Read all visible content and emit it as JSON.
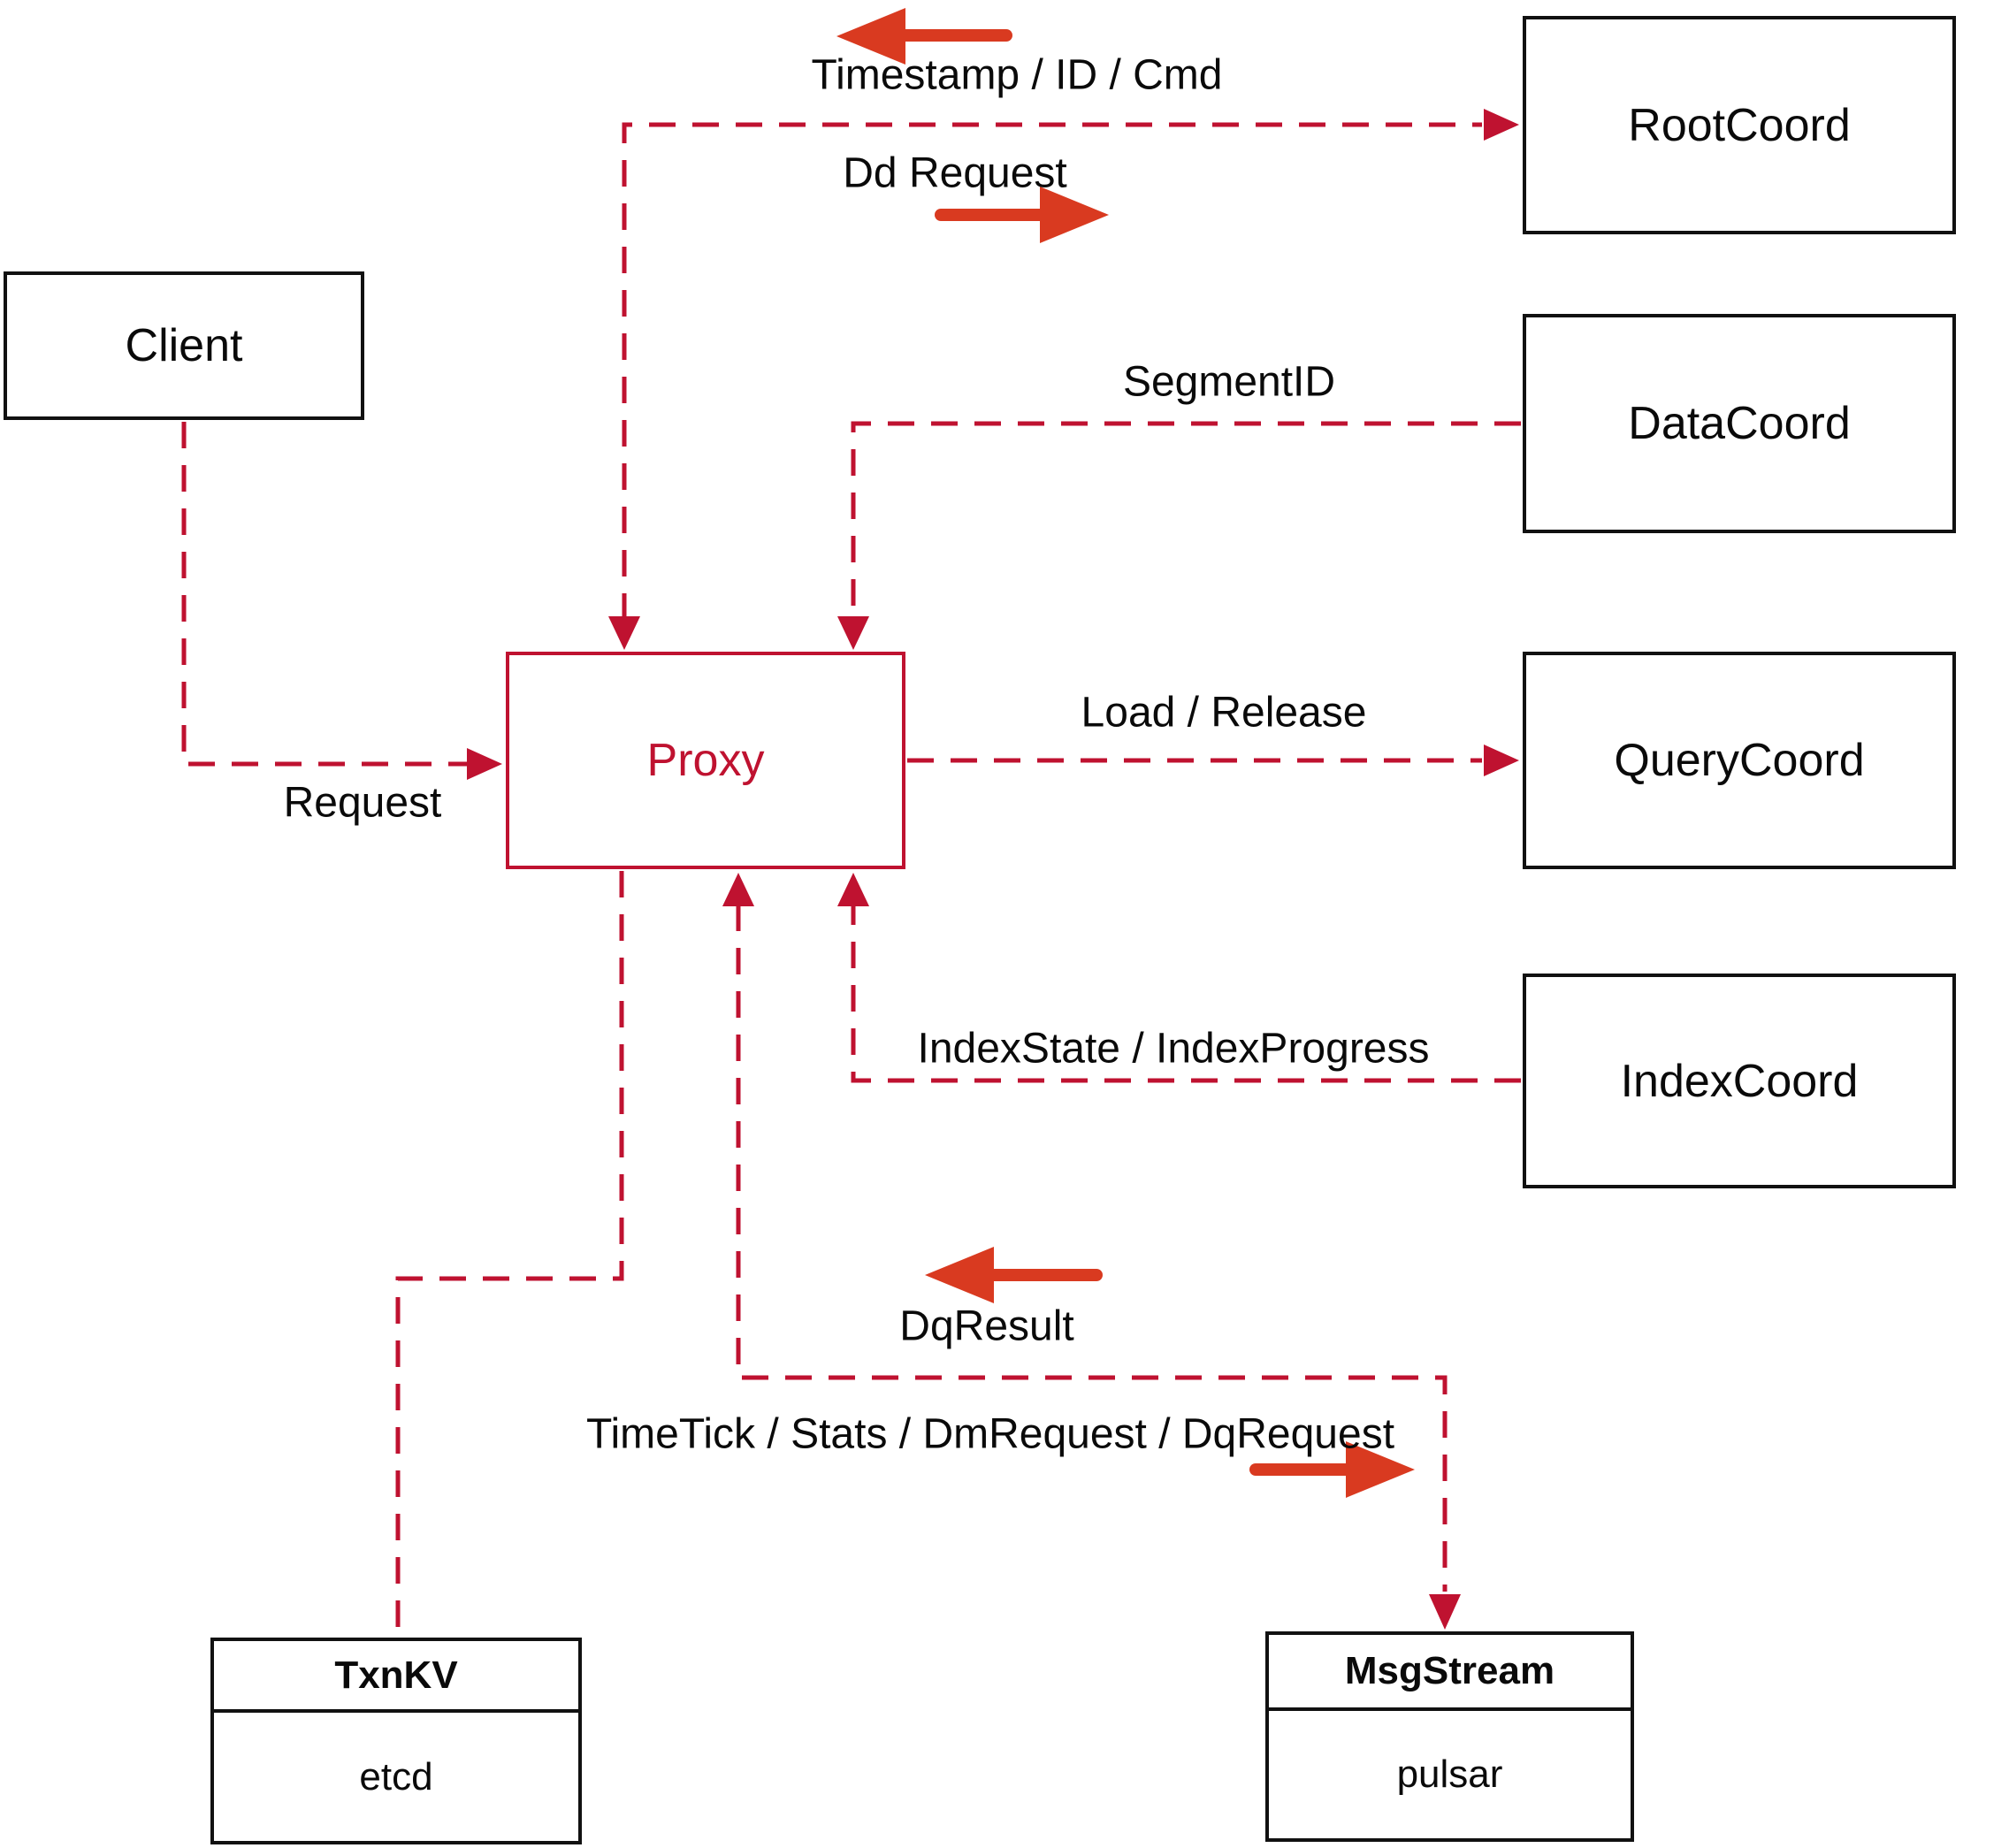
{
  "colors": {
    "crimson": "#bf1230",
    "arrow-red": "#d93a20",
    "ink": "#0a0a0a",
    "line-black": "#111111",
    "bg": "#ffffff"
  },
  "nodes": {
    "client": {
      "label": "Client"
    },
    "proxy": {
      "label": "Proxy"
    },
    "root_coord": {
      "label": "RootCoord"
    },
    "data_coord": {
      "label": "DataCoord"
    },
    "query_coord": {
      "label": "QueryCoord"
    },
    "index_coord": {
      "label": "IndexCoord"
    },
    "txn_kv": {
      "title": "TxnKV",
      "impl": "etcd"
    },
    "msg_stream": {
      "title": "MsgStream",
      "impl": "pulsar"
    }
  },
  "edge_labels": {
    "timestamp": "Timestamp / ID / Cmd",
    "dd_request": "Dd Request",
    "segment_id": "SegmentID",
    "load_release": "Load / Release",
    "request": "Request",
    "index_state": "IndexState / IndexProgress",
    "dq_result": "DqResult",
    "time_tick": "TimeTick / Stats / DmRequest / DqRequest"
  }
}
